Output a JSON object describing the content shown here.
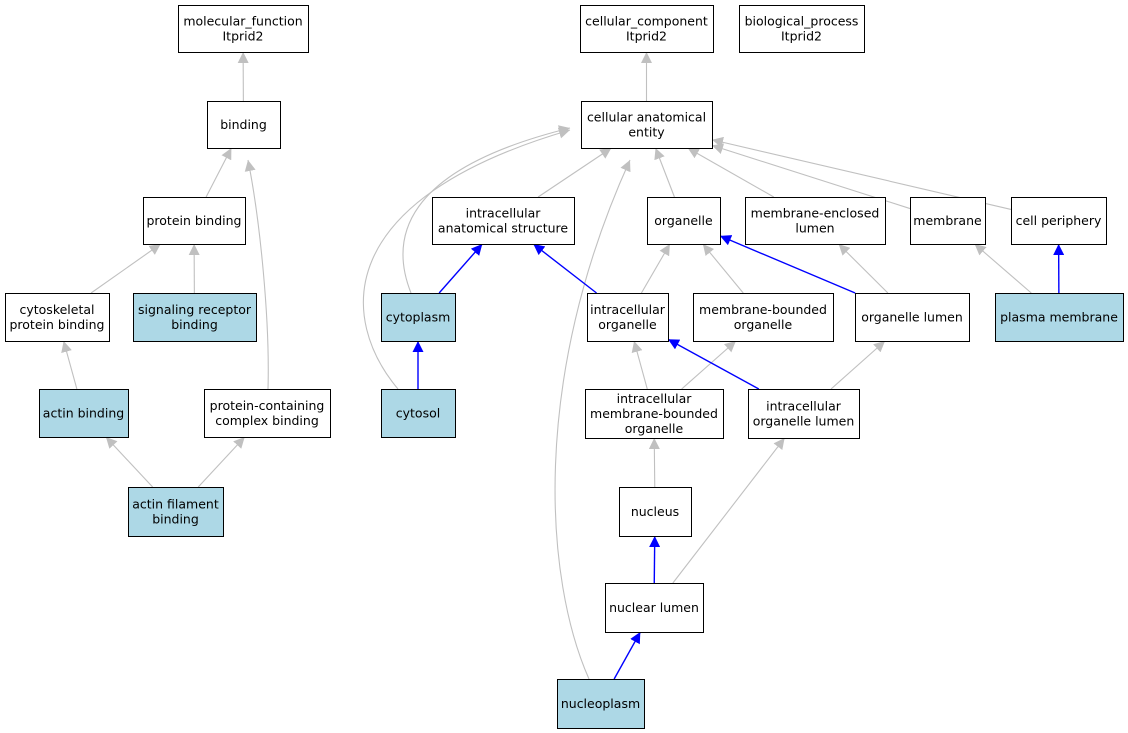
{
  "colors": {
    "default_fill": "#ffffff",
    "highlight_fill": "#add8e6",
    "gray_edge": "#c0c0c0",
    "blue_edge": "#0000ff",
    "border": "#000000"
  },
  "nodes": [
    {
      "id": "mf",
      "lines": [
        "molecular_function",
        "Itprid2"
      ],
      "highlight": false
    },
    {
      "id": "cc",
      "lines": [
        "cellular_component",
        "Itprid2"
      ],
      "highlight": false
    },
    {
      "id": "bp",
      "lines": [
        "biological_process",
        "Itprid2"
      ],
      "highlight": false
    },
    {
      "id": "binding",
      "lines": [
        "binding"
      ],
      "highlight": false
    },
    {
      "id": "cae",
      "lines": [
        "cellular anatomical",
        "entity"
      ],
      "highlight": false
    },
    {
      "id": "protbind",
      "lines": [
        "protein binding"
      ],
      "highlight": false
    },
    {
      "id": "ias",
      "lines": [
        "intracellular",
        "anatomical structure"
      ],
      "highlight": false
    },
    {
      "id": "organelle",
      "lines": [
        "organelle"
      ],
      "highlight": false
    },
    {
      "id": "mel",
      "lines": [
        "membrane-enclosed",
        "lumen"
      ],
      "highlight": false
    },
    {
      "id": "membrane",
      "lines": [
        "membrane"
      ],
      "highlight": false
    },
    {
      "id": "cellper",
      "lines": [
        "cell periphery"
      ],
      "highlight": false
    },
    {
      "id": "cytoskel",
      "lines": [
        "cytoskeletal",
        "protein binding"
      ],
      "highlight": false
    },
    {
      "id": "srb",
      "lines": [
        "signaling receptor",
        "binding"
      ],
      "highlight": true
    },
    {
      "id": "cytoplasm",
      "lines": [
        "cytoplasm"
      ],
      "highlight": true
    },
    {
      "id": "intraorg",
      "lines": [
        "intracellular",
        "organelle"
      ],
      "highlight": false
    },
    {
      "id": "mbo",
      "lines": [
        "membrane-bounded",
        "organelle"
      ],
      "highlight": false
    },
    {
      "id": "orglumen",
      "lines": [
        "organelle lumen"
      ],
      "highlight": false
    },
    {
      "id": "pm",
      "lines": [
        "plasma membrane"
      ],
      "highlight": true
    },
    {
      "id": "actinbind",
      "lines": [
        "actin binding"
      ],
      "highlight": true
    },
    {
      "id": "pcb",
      "lines": [
        "protein-containing",
        "complex binding"
      ],
      "highlight": false
    },
    {
      "id": "cytosol",
      "lines": [
        "cytosol"
      ],
      "highlight": true
    },
    {
      "id": "imbo",
      "lines": [
        "intracellular",
        "membrane-bounded",
        "organelle"
      ],
      "highlight": false
    },
    {
      "id": "iol",
      "lines": [
        "intracellular",
        "organelle lumen"
      ],
      "highlight": false
    },
    {
      "id": "afb",
      "lines": [
        "actin filament",
        "binding"
      ],
      "highlight": true
    },
    {
      "id": "nucleus",
      "lines": [
        "nucleus"
      ],
      "highlight": false
    },
    {
      "id": "nuclumen",
      "lines": [
        "nuclear lumen"
      ],
      "highlight": false
    },
    {
      "id": "nucleoplasm",
      "lines": [
        "nucleoplasm"
      ],
      "highlight": true
    }
  ],
  "edges": [
    {
      "from": "binding",
      "to": "mf",
      "kind": "gray"
    },
    {
      "from": "protbind",
      "to": "binding",
      "kind": "gray"
    },
    {
      "from": "pcb",
      "to": "binding",
      "kind": "gray"
    },
    {
      "from": "cytoskel",
      "to": "protbind",
      "kind": "gray"
    },
    {
      "from": "srb",
      "to": "protbind",
      "kind": "gray"
    },
    {
      "from": "actinbind",
      "to": "cytoskel",
      "kind": "gray"
    },
    {
      "from": "afb",
      "to": "actinbind",
      "kind": "gray"
    },
    {
      "from": "afb",
      "to": "pcb",
      "kind": "gray"
    },
    {
      "from": "cae",
      "to": "cc",
      "kind": "gray"
    },
    {
      "from": "ias",
      "to": "cae",
      "kind": "gray"
    },
    {
      "from": "organelle",
      "to": "cae",
      "kind": "gray"
    },
    {
      "from": "mel",
      "to": "cae",
      "kind": "gray"
    },
    {
      "from": "membrane",
      "to": "cae",
      "kind": "gray"
    },
    {
      "from": "cellper",
      "to": "cae",
      "kind": "gray"
    },
    {
      "from": "cytoplasm",
      "to": "cae",
      "kind": "gray"
    },
    {
      "from": "cytosol",
      "to": "cae",
      "kind": "gray"
    },
    {
      "from": "nucleoplasm",
      "to": "cae",
      "kind": "gray"
    },
    {
      "from": "cytoplasm",
      "to": "ias",
      "kind": "blue"
    },
    {
      "from": "intraorg",
      "to": "ias",
      "kind": "blue"
    },
    {
      "from": "intraorg",
      "to": "organelle",
      "kind": "gray"
    },
    {
      "from": "mbo",
      "to": "organelle",
      "kind": "gray"
    },
    {
      "from": "orglumen",
      "to": "organelle",
      "kind": "blue"
    },
    {
      "from": "orglumen",
      "to": "mel",
      "kind": "gray"
    },
    {
      "from": "pm",
      "to": "membrane",
      "kind": "gray"
    },
    {
      "from": "pm",
      "to": "cellper",
      "kind": "blue"
    },
    {
      "from": "cytosol",
      "to": "cytoplasm",
      "kind": "blue"
    },
    {
      "from": "imbo",
      "to": "intraorg",
      "kind": "gray"
    },
    {
      "from": "imbo",
      "to": "mbo",
      "kind": "gray"
    },
    {
      "from": "iol",
      "to": "intraorg",
      "kind": "blue"
    },
    {
      "from": "iol",
      "to": "orglumen",
      "kind": "gray"
    },
    {
      "from": "nucleus",
      "to": "imbo",
      "kind": "gray"
    },
    {
      "from": "nuclumen",
      "to": "nucleus",
      "kind": "blue"
    },
    {
      "from": "nuclumen",
      "to": "iol",
      "kind": "gray"
    },
    {
      "from": "nucleoplasm",
      "to": "nuclumen",
      "kind": "blue"
    }
  ]
}
